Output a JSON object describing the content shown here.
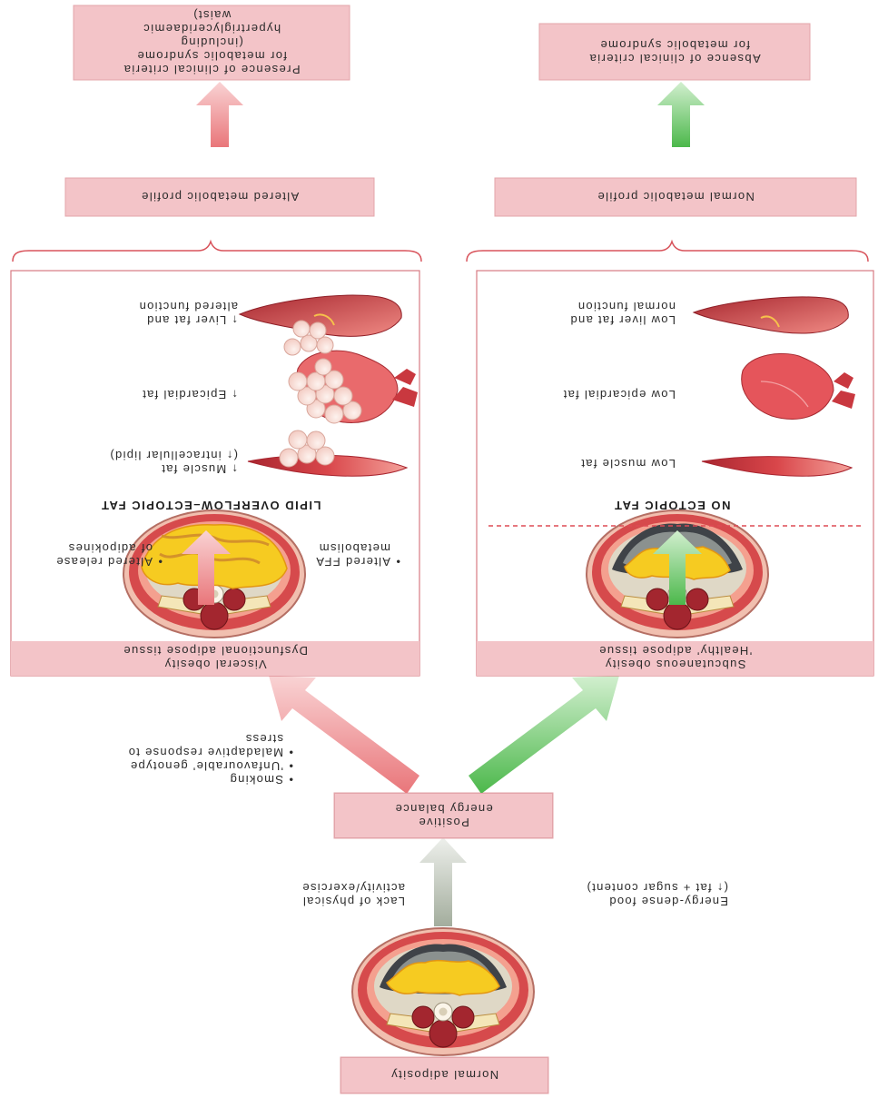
{
  "top_box": {
    "label": "Normal adiposity"
  },
  "inputs": {
    "left_line1": "Energy-dense food",
    "left_line2": "(↑ fat + sugar content)",
    "right_line1": "Lack of physical",
    "right_line2": "activity/exercise"
  },
  "center_box": {
    "line1": "Positive",
    "line2": "energy balance"
  },
  "risk_factors": [
    "Smoking",
    "'Unfavourable' genotype",
    "Maladaptive response to stress"
  ],
  "healthy_panel": {
    "title_line1": "Subcutaneous obesity",
    "title_line2": "'Healthy' adipose tissue",
    "heading": "NO ECTOPIC FAT",
    "organs": [
      {
        "label_line1": "Low muscle fat",
        "label_line2": ""
      },
      {
        "label_line1": "Low epicardial fat",
        "label_line2": ""
      },
      {
        "label_line1": "Low liver fat and",
        "label_line2": "normal function"
      }
    ],
    "outcome": "Normal metabolic profile",
    "result_line1": "Absence of clinical criteria",
    "result_line2": "for metabolic syndrome"
  },
  "visceral_panel": {
    "title_line1": "Visceral obesity",
    "title_line2": "Dysfunctional adipose tissue",
    "bullet1_line1": "Altered FFA",
    "bullet1_line2": "metabolism",
    "bullet2_line1": "Altered release",
    "bullet2_line2": "of adipokines",
    "heading": "LIPID OVERFLOW–ECTOPIC FAT",
    "organs": [
      {
        "label_line1": "↑ Muscle fat",
        "label_line2": "(↑ intracellular lipid)"
      },
      {
        "label_line1": "↑ Epicardial fat",
        "label_line2": ""
      },
      {
        "label_line1": "↑ Liver fat and",
        "label_line2": "altered function"
      }
    ],
    "outcome": "Altered metabolic profile",
    "result_line1": "Presence of clinical criteria",
    "result_line2": "for metabolic syndrome",
    "result_line3": "(including",
    "result_line4": "hypertriglyceridaemic",
    "result_line5": "waist)"
  },
  "colors": {
    "box_fill": "#f3c4c8",
    "panel_border": "#d77a82",
    "green_arrow": "#7ccb79",
    "red_arrow": "#ec8c8f",
    "grey_arrow": "#c6cec3",
    "fat_yellow": "#f6cb21",
    "muscle_red": "#a3262f"
  }
}
